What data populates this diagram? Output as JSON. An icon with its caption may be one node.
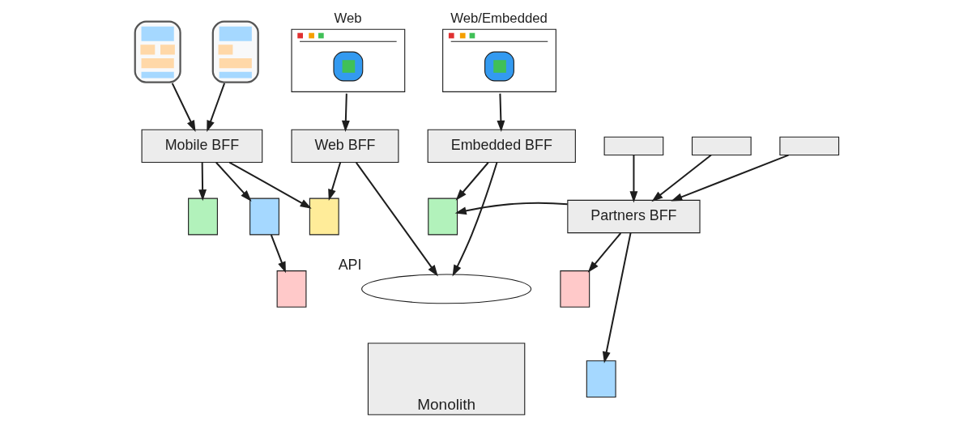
{
  "diagram": {
    "nodes": [
      {
        "text": [],
        "shape": "picture"
      },
      {
        "text": [],
        "shape": "picture"
      },
      {
        "text": [
          "Web"
        ]
      },
      {
        "text": [
          "Web/Embedded"
        ]
      },
      {
        "text": [
          "Mobile BFF"
        ]
      },
      {
        "text": [
          "Web BFF"
        ]
      },
      {
        "text": [
          "Embedded BFF"
        ]
      },
      {
        "text": [],
        "shape": "box"
      },
      {
        "text": [],
        "shape": "box"
      },
      {
        "text": [],
        "shape": "box"
      },
      {
        "text": [],
        "shape": "box"
      },
      {
        "text": [
          "API"
        ]
      },
      {
        "text": [
          "Monolith"
        ]
      },
      {
        "text": [],
        "shape": "box"
      },
      {
        "text": [],
        "shape": "box"
      },
      {
        "text": [],
        "shape": "box"
      },
      {
        "text": [],
        "shape": "box"
      },
      {
        "text": [
          "Partners BFF"
        ]
      },
      {
        "text": [],
        "shape": "box"
      },
      {
        "text": [],
        "shape": "box"
      }
    ],
    "edges": [
      {
        "from": 0,
        "to": 4,
        "arrow": "to"
      },
      {
        "from": 1,
        "to": 4,
        "arrow": "to"
      },
      {
        "from": 2,
        "to": 5,
        "arrow": "to"
      },
      {
        "from": 3,
        "to": 6,
        "arrow": "to"
      },
      {
        "from": 4,
        "to": 7,
        "arrow": "to"
      },
      {
        "from": 4,
        "to": 8,
        "arrow": "to"
      },
      {
        "from": 4,
        "to": 9,
        "arrow": "to"
      },
      {
        "from": 5,
        "to": 9,
        "arrow": "to"
      },
      {
        "from": 5,
        "to": 11,
        "arrow": "to"
      },
      {
        "from": 6,
        "to": 11,
        "arrow": "to"
      },
      {
        "from": 6,
        "to": 16,
        "arrow": "to"
      },
      {
        "from": 8,
        "to": 10,
        "arrow": "to"
      },
      {
        "from": 13,
        "to": 17,
        "arrow": "to"
      },
      {
        "from": 14,
        "to": 17,
        "arrow": "to"
      },
      {
        "from": 15,
        "to": 17,
        "arrow": "to"
      },
      {
        "from": 17,
        "to": 16,
        "arrow": "to"
      },
      {
        "from": 17,
        "to": 18,
        "arrow": "to"
      },
      {
        "from": 17,
        "to": 19,
        "arrow": "to"
      }
    ]
  }
}
